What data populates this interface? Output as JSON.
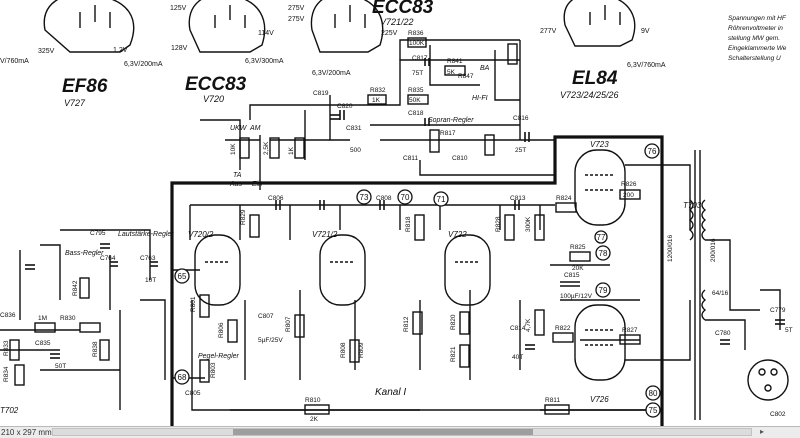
{
  "tubes_top": [
    {
      "name": "EF86",
      "ref": "V727"
    },
    {
      "name": "ECC83",
      "ref": "V720"
    },
    {
      "name": "ECC83",
      "ref": "V721/22"
    },
    {
      "name": "EL84",
      "ref": "V723/24/25/26"
    }
  ],
  "voltages": {
    "v125": "125V",
    "v128": "128V",
    "v114": "114V",
    "v275": "275V",
    "v275b": "275V",
    "v225": "225V",
    "v277": "277V",
    "v9": "9V",
    "v325": "325V",
    "v12": "1.2V",
    "heater1": "6,3V/200mA",
    "heater2": "6,3V/300mA",
    "heater3": "6,3V/200mA",
    "heater4": "6,3V/760mA",
    "heaterL": "V/760mA"
  },
  "notes": [
    "Spannungen mit HF",
    "Röhrenvoltmeter in",
    "stellung MW gem.",
    "Eingeklammerte We",
    "Schalterstellung U"
  ],
  "labels": {
    "ukw": "UKW",
    "am": "AM",
    "ta": "TA",
    "aus": "Aus",
    "ein": "Ein",
    "hifi": "HI-FI",
    "ba": "BA",
    "sopran": "Sopran-Regler",
    "bass": "Bass-Regler",
    "lautst": "Lautstärke-Regler",
    "pegel": "Pegel-Regler",
    "kanal": "Kanal I",
    "t702": "T702",
    "t703": "T703",
    "v720_2": "V720/2",
    "v721_2": "V721/2",
    "v722": "V722",
    "v723": "V723",
    "v726": "V726"
  },
  "nodes": [
    "73",
    "70",
    "71",
    "76",
    "65",
    "68",
    "78",
    "79",
    "80",
    "75",
    "77"
  ],
  "parts": {
    "r836": "R836",
    "k100": "100K",
    "c817": "C817",
    "p75t": "75T",
    "r841": "R841",
    "k5": "5K",
    "r835": "R835",
    "k50": "50K",
    "c818": "C818",
    "r832": "R832",
    "k1": "1K",
    "c816": "C816",
    "p25t": "25T",
    "c806": "C806",
    "c808": "C808",
    "c813": "C813",
    "r826": "R826",
    "w200": "200",
    "r824": "R824",
    "r825": "R825",
    "k20": "20K",
    "c815": "C815",
    "cap100": "100µF/12V",
    "c814": "C814",
    "p40t": "40T",
    "r822": "R822",
    "r827": "R827",
    "r811": "R811",
    "r810": "R810",
    "k2": "2K",
    "c807": "C807",
    "cap5": "5µF/25V",
    "r830": "R830",
    "m1": "1M",
    "c835": "C835",
    "p50t": "50T",
    "c836": "C836",
    "c795": "C795",
    "c764": "C764",
    "c763": "C763",
    "p10t": "10T",
    "c805": "C805",
    "c779": "C779",
    "c780": "C780",
    "c802": "C802",
    "s5t": "5T",
    "w1200": "1200/016",
    "w200b": "200/016",
    "w64": "64/16",
    "c831": "C831",
    "p500": "500",
    "c820": "C820",
    "c819": "C819",
    "r847": "R847",
    "c810": "C810",
    "c811": "C811",
    "r817": "R817",
    "r829": "R829",
    "r828": "R828",
    "r818": "R818",
    "r820": "R820",
    "r821": "R821",
    "r812": "R812",
    "r803": "R803",
    "r801": "R801",
    "r806": "R806",
    "r807": "R807",
    "r808": "R808",
    "r809": "R809",
    "r834": "R834",
    "r833": "R833",
    "r838": "R838",
    "r842": "R842",
    "k10": "10K",
    "k25": "2,5K",
    "k300": "300K",
    "k47": "4,7K",
    "k1b": "1K"
  },
  "status": {
    "size": "210 x 297 mm"
  }
}
